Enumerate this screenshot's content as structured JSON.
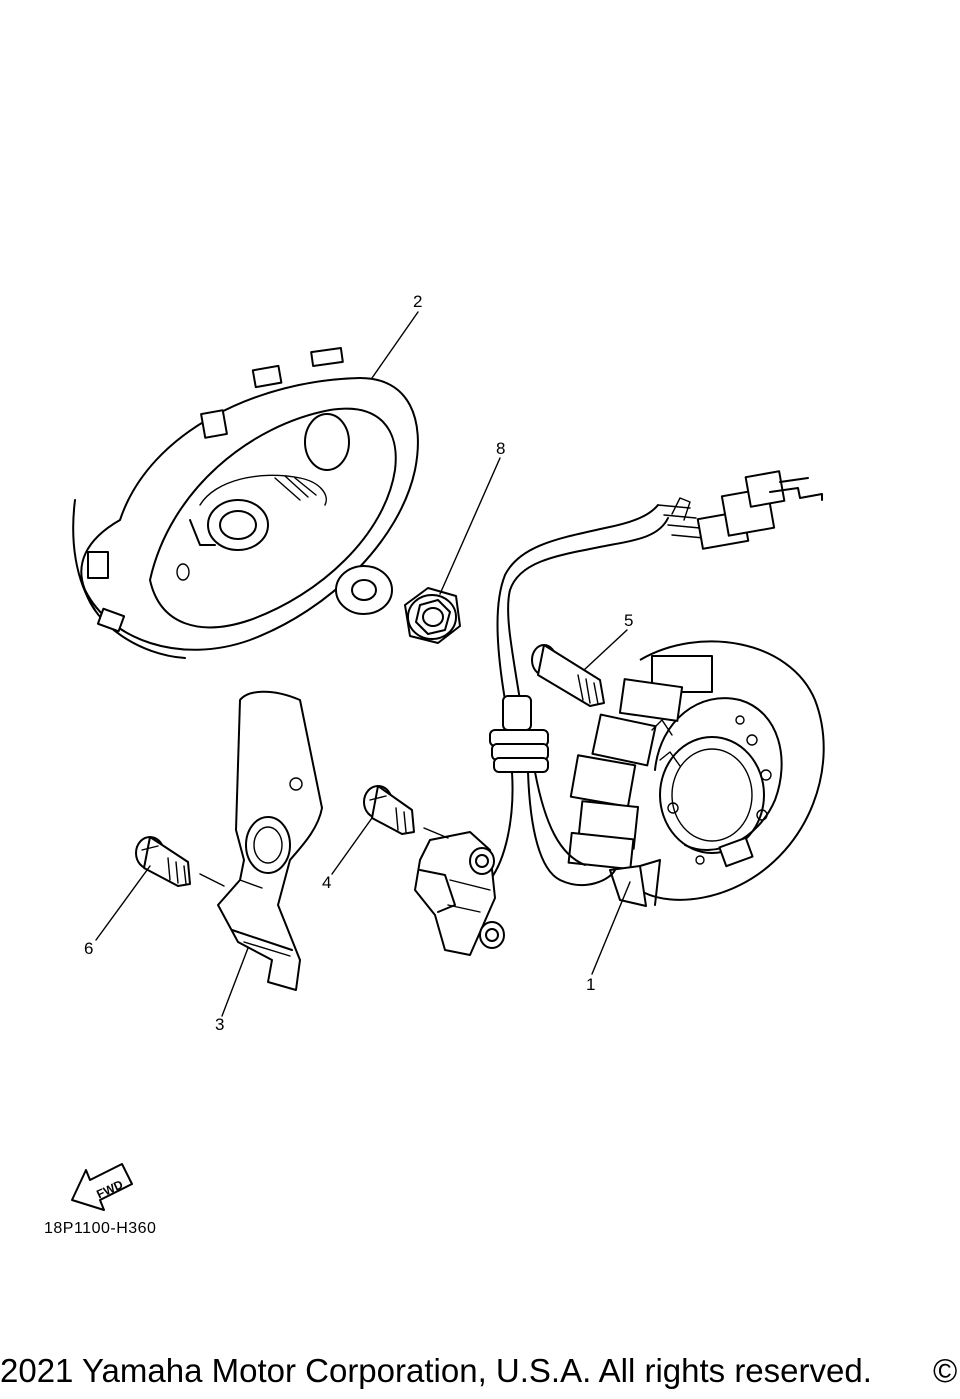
{
  "callouts": {
    "c1": "1",
    "c2": "2",
    "c3": "3",
    "c4": "4",
    "c5": "5",
    "c6": "6",
    "c8": "8"
  },
  "fwd_arrow_label": "FWD",
  "diagram_code": "18P1100-H360",
  "footer": {
    "copyright_text": "2021 Yamaha Motor Corporation, U.S.A. All rights reserved.",
    "copyright_symbol": "©"
  },
  "icons": {
    "fwd": "fwd-arrow-icon"
  }
}
